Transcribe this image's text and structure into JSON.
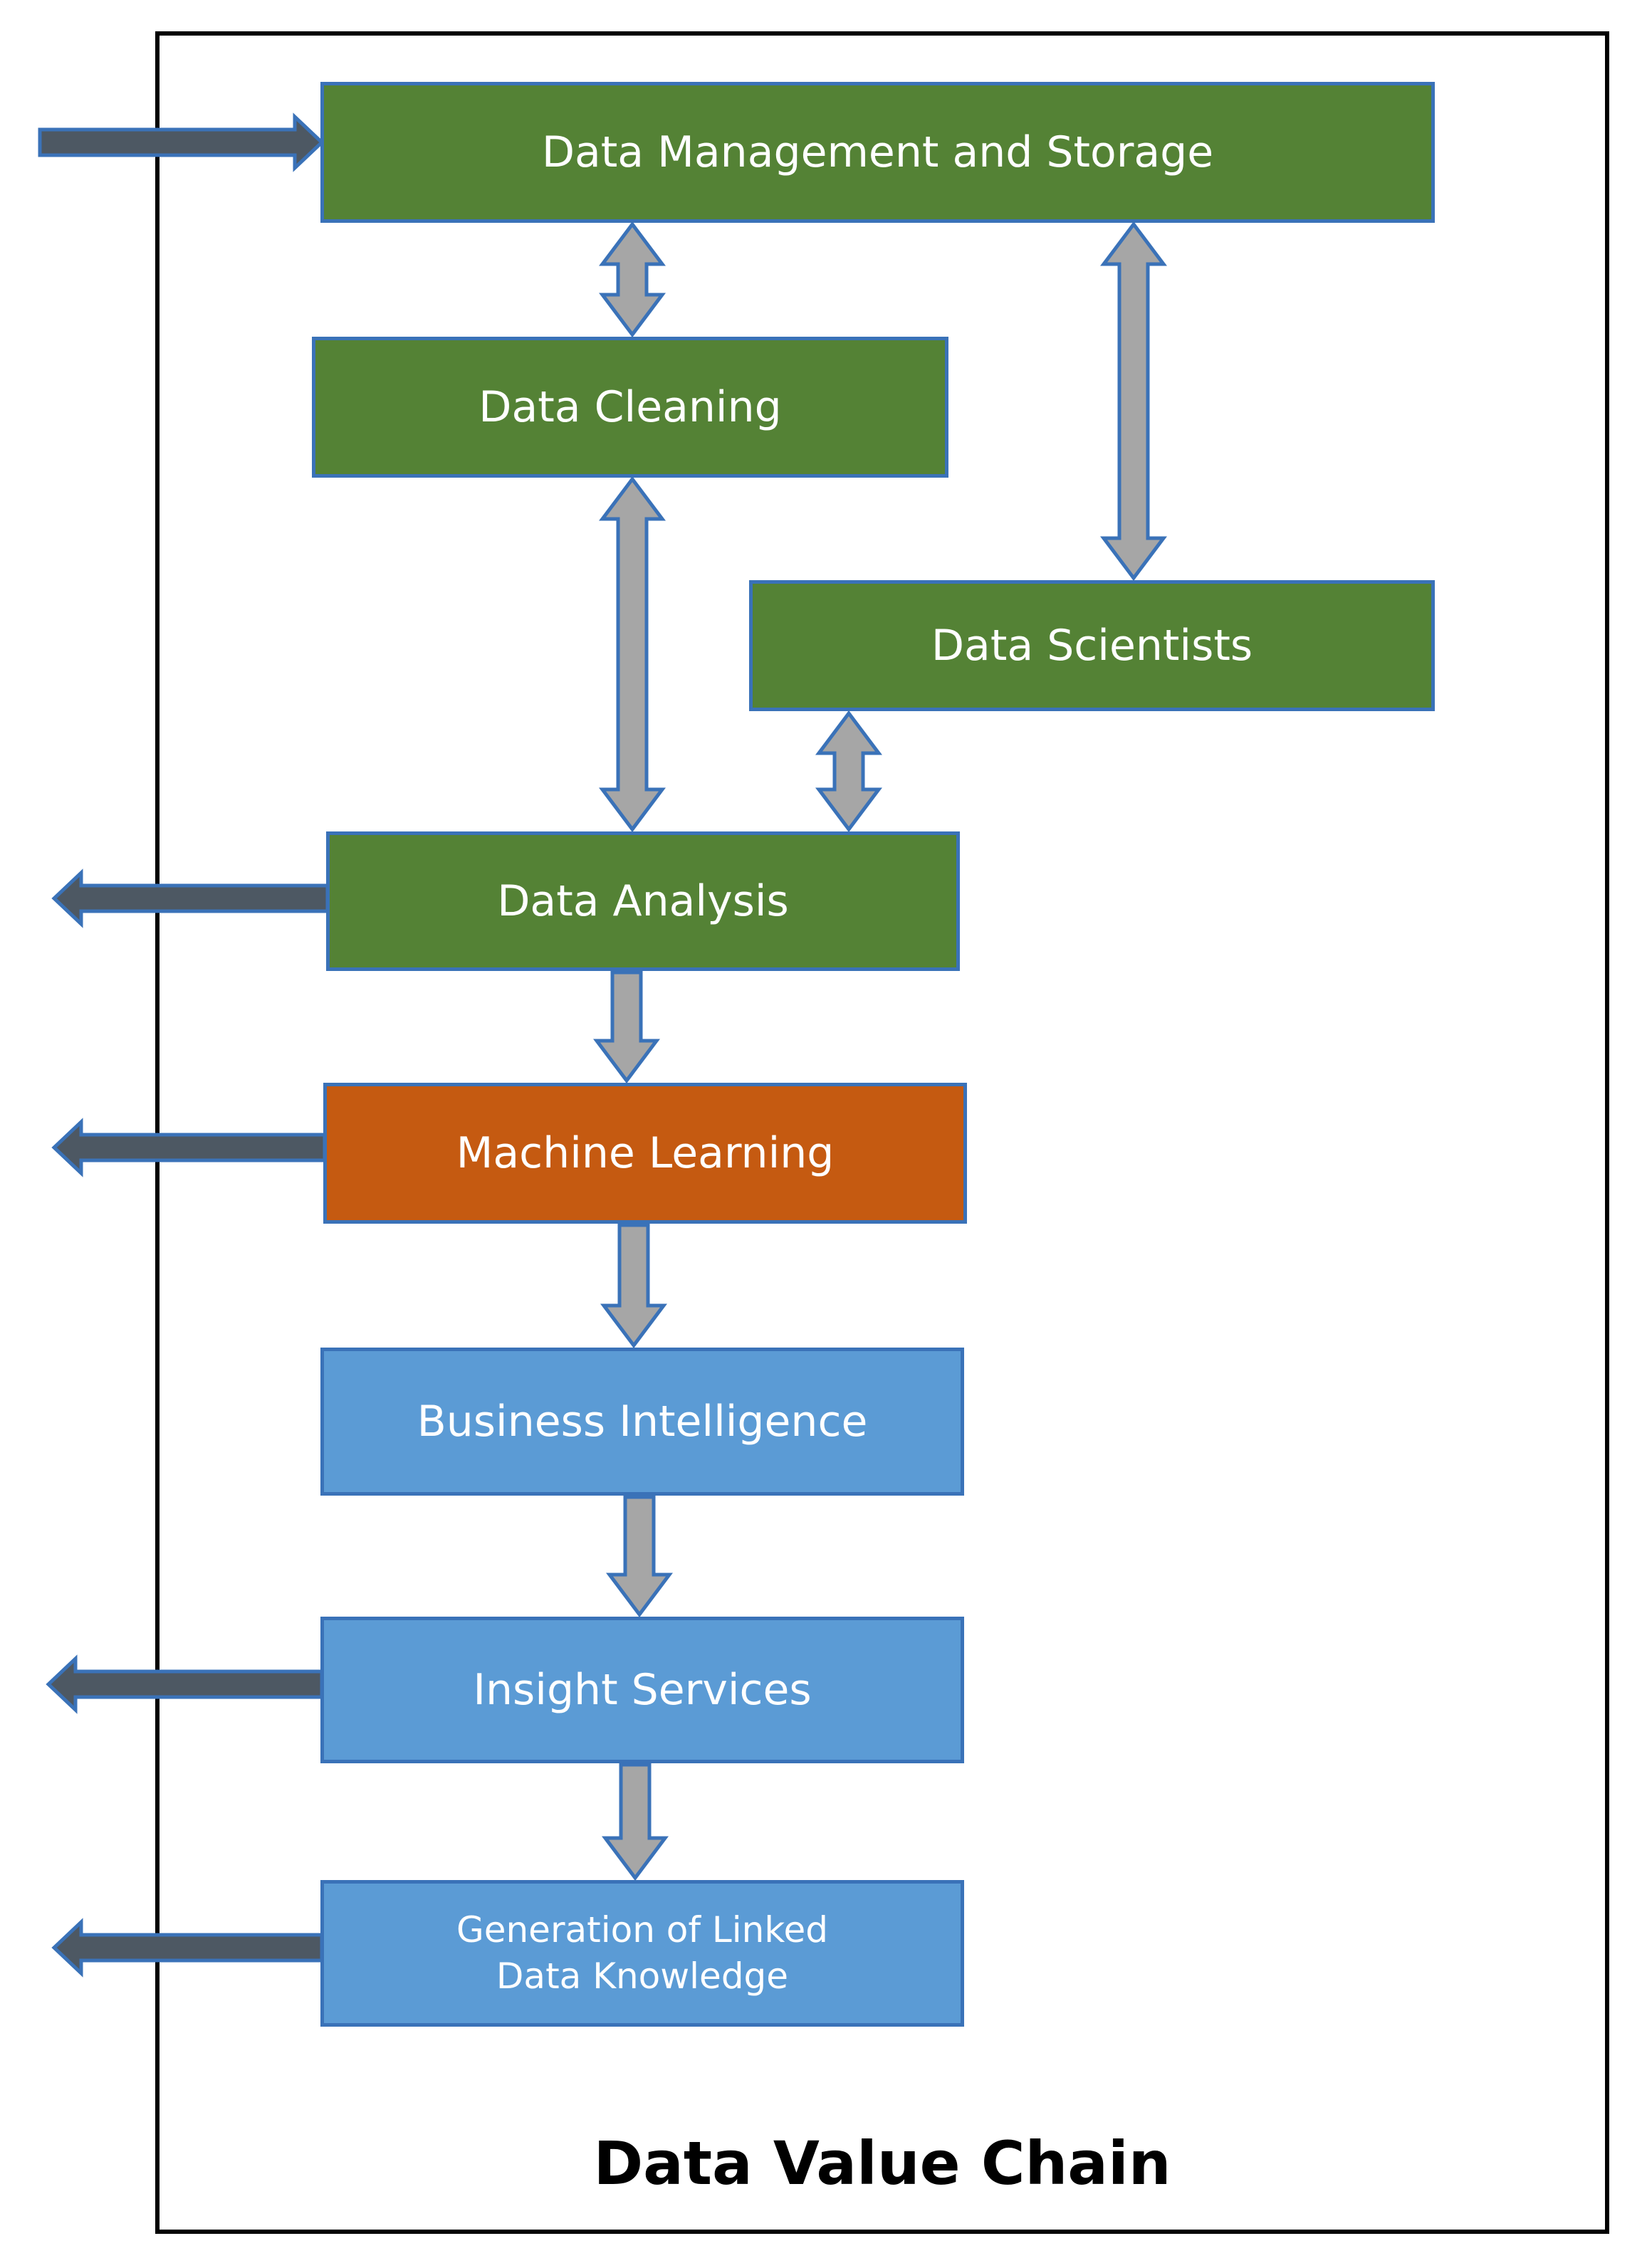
{
  "diagram": {
    "title": "Data Value Chain",
    "nodes": [
      {
        "id": "data-management-and-storage",
        "label": "Data Management and Storage",
        "color": "#548235"
      },
      {
        "id": "data-cleaning",
        "label": "Data Cleaning",
        "color": "#548235"
      },
      {
        "id": "data-scientists",
        "label": "Data Scientists",
        "color": "#548235"
      },
      {
        "id": "data-analysis",
        "label": "Data Analysis",
        "color": "#548235"
      },
      {
        "id": "machine-learning",
        "label": "Machine Learning",
        "color": "#c55a11"
      },
      {
        "id": "business-intelligence",
        "label": "Business Intelligence",
        "color": "#5b9bd5"
      },
      {
        "id": "insight-services",
        "label": "Insight Services",
        "color": "#5b9bd5"
      },
      {
        "id": "generation-of-linked-data-knowledge",
        "label_lines": [
          "Generation of Linked",
          "Data Knowledge"
        ],
        "color": "#5b9bd5"
      }
    ],
    "edges": [
      {
        "from": "data-management-and-storage",
        "to": "data-cleaning",
        "direction": "both"
      },
      {
        "from": "data-management-and-storage",
        "to": "data-scientists",
        "direction": "both"
      },
      {
        "from": "data-cleaning",
        "to": "data-analysis",
        "direction": "both"
      },
      {
        "from": "data-scientists",
        "to": "data-analysis",
        "direction": "both"
      },
      {
        "from": "data-analysis",
        "to": "machine-learning",
        "direction": "forward"
      },
      {
        "from": "machine-learning",
        "to": "business-intelligence",
        "direction": "forward"
      },
      {
        "from": "business-intelligence",
        "to": "insight-services",
        "direction": "forward"
      },
      {
        "from": "insight-services",
        "to": "generation-of-linked-data-knowledge",
        "direction": "forward"
      }
    ],
    "external_inputs": [
      "data-management-and-storage"
    ],
    "external_outputs": [
      "data-analysis",
      "machine-learning",
      "insight-services",
      "generation-of-linked-data-knowledge"
    ],
    "colors": {
      "frame": "#000000",
      "box_border": "#3a72b8",
      "flow_arrow_fill": "#a6a6a6",
      "external_arrow_fill": "#4d5863"
    }
  }
}
